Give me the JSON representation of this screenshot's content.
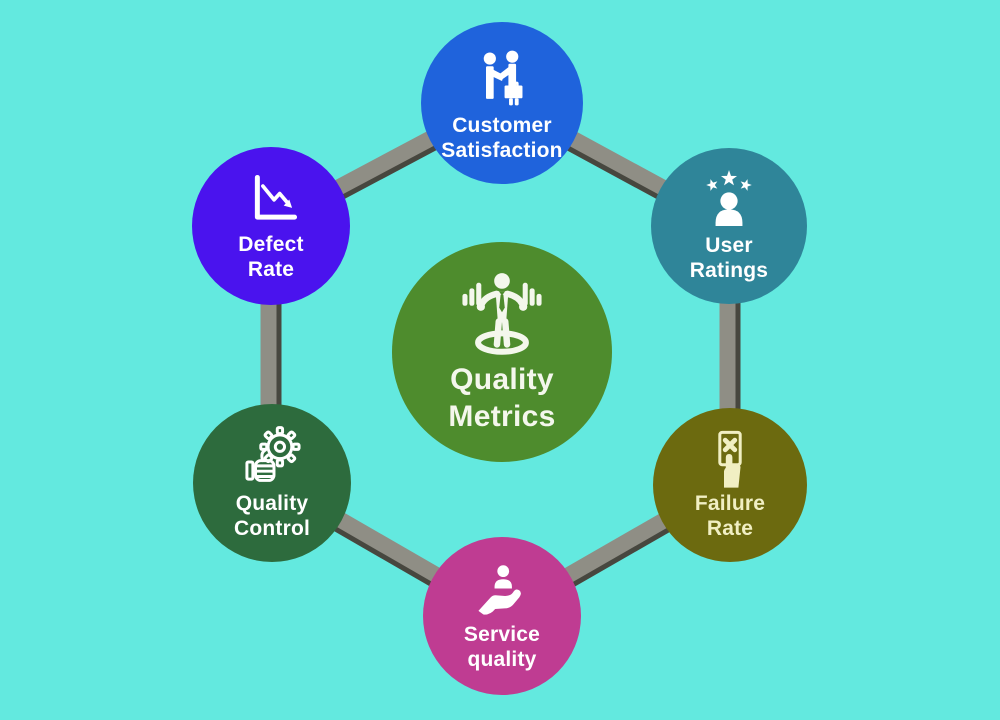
{
  "diagram": {
    "title": "Quality Metrics",
    "background_color": "#63E9DF",
    "connector_color": "#8F8E85",
    "connector_edge_color": "#3B3B33",
    "center": {
      "id": "quality-metrics",
      "label_line1": "Quality",
      "label_line2": "Metrics",
      "color": "#4E8C2D",
      "text_color": "#F4F7EC",
      "icon": "presenter-with-bar-charts-icon"
    },
    "nodes": [
      {
        "id": "customer-satisfaction",
        "label_line1": "Customer",
        "label_line2": "Satisfaction",
        "color": "#1F63DC",
        "text_color": "#FFFFFF",
        "icon": "handshake-icon"
      },
      {
        "id": "user-ratings",
        "label_line1": "User",
        "label_line2": "Ratings",
        "color": "#2F8599",
        "text_color": "#FFFFFF",
        "icon": "person-with-stars-icon"
      },
      {
        "id": "failure-rate",
        "label_line1": "Failure",
        "label_line2": "Rate",
        "color": "#6C6A0F",
        "text_color": "#F1EFC3",
        "icon": "hand-card-x-icon"
      },
      {
        "id": "service-quality",
        "label_line1": "Service",
        "label_line2": "quality",
        "color": "#BF3C92",
        "text_color": "#FFFFFF",
        "icon": "hand-holding-person-icon"
      },
      {
        "id": "quality-control",
        "label_line1": "Quality",
        "label_line2": "Control",
        "color": "#2D6B3D",
        "text_color": "#FFFFFF",
        "icon": "thumbs-up-gear-icon"
      },
      {
        "id": "defect-rate",
        "label_line1": "Defect",
        "label_line2": "Rate",
        "color": "#4A13EE",
        "text_color": "#FFFFFF",
        "icon": "declining-chart-icon"
      }
    ]
  }
}
